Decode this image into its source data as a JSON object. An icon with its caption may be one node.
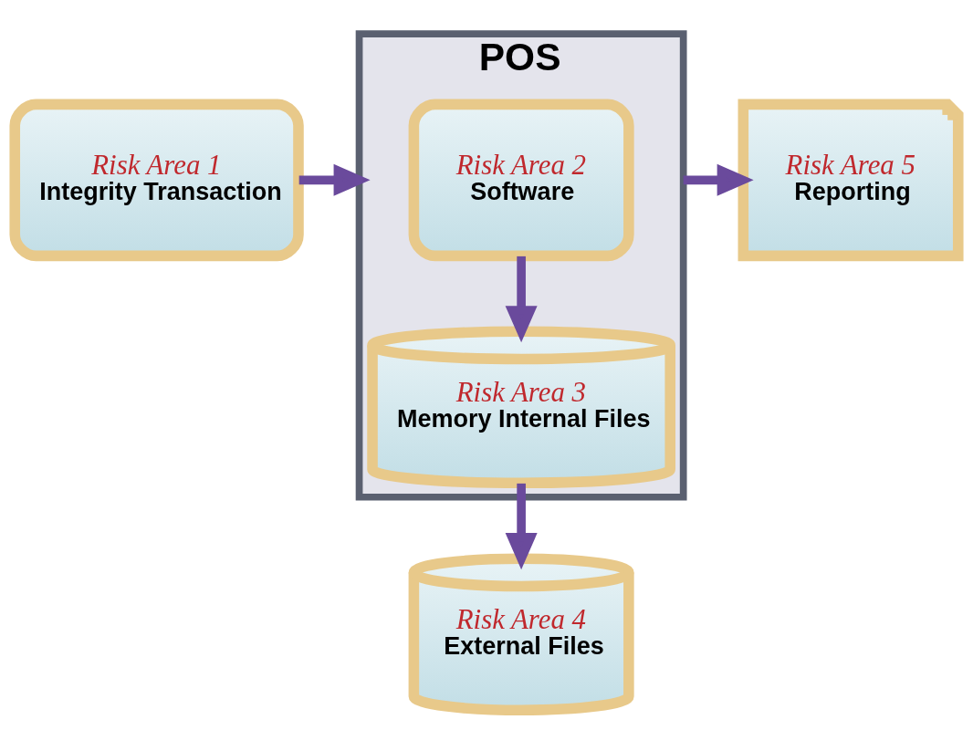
{
  "diagram": {
    "nodes": [
      {
        "text": [
          "Risk Area 1",
          "Integrity Transaction"
        ]
      },
      {
        "text": [
          "POS"
        ]
      },
      {
        "text": [
          "Risk Area 2",
          "Software"
        ],
        "in": 1
      },
      {
        "text": [
          "Risk Area 3",
          "Memory Internal Files"
        ],
        "in": 1
      },
      {
        "text": [
          "Risk Area 5",
          "Reporting"
        ]
      },
      {
        "text": [
          "Risk Area 4",
          "External Files"
        ]
      }
    ],
    "edges": [
      {
        "from": 0,
        "to": 1,
        "arrow": "to"
      },
      {
        "from": 2,
        "to": 3,
        "arrow": "to"
      },
      {
        "from": 1,
        "to": 4,
        "arrow": "to"
      },
      {
        "from": 3,
        "to": 5,
        "arrow": "to"
      }
    ]
  }
}
